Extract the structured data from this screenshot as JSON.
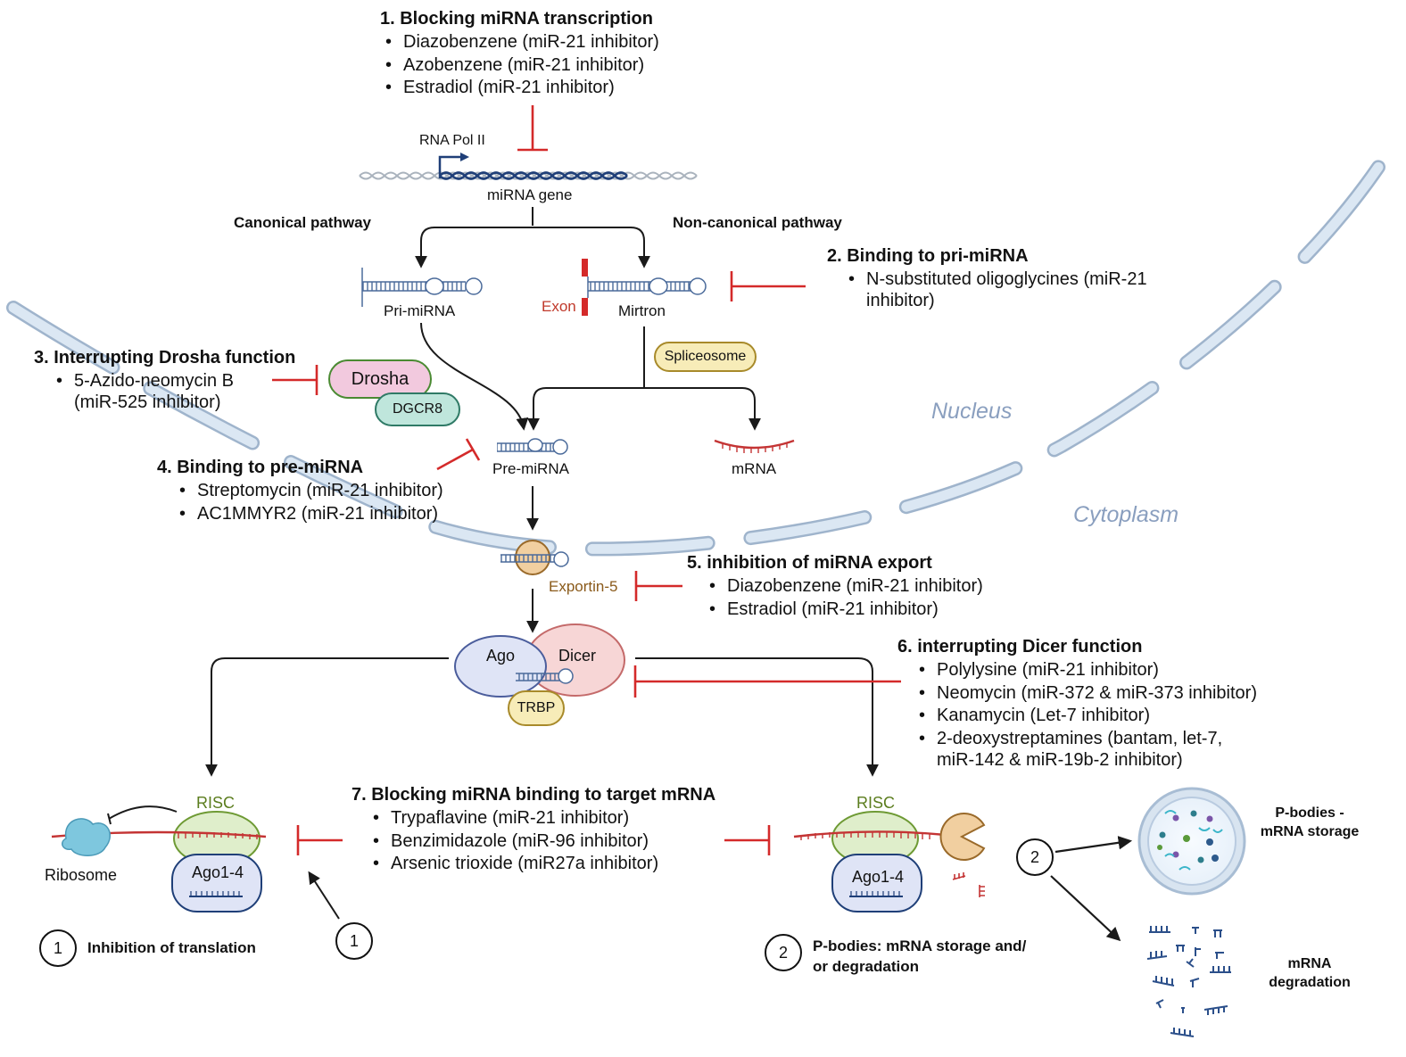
{
  "gene": {
    "pol_label": "RNA Pol II",
    "gene_label": "miRNA gene"
  },
  "pathways": {
    "canonical": "Canonical pathway",
    "noncanonical": "Non-canonical pathway"
  },
  "intermediates": {
    "pri": "Pri-miRNA",
    "mirtron": "Mirtron",
    "exon": "Exon",
    "spliceosome": "Spliceosome",
    "pre": "Pre-miRNA",
    "mrna": "mRNA",
    "exportin": "Exportin-5"
  },
  "proteins": {
    "drosha": "Drosha",
    "dgcr8": "DGCR8",
    "ago": "Ago",
    "dicer": "Dicer",
    "trbp": "TRBP",
    "risc_left": "RISC",
    "risc_right": "RISC",
    "ago14_left": "Ago1-4",
    "ago14_right": "Ago1-4",
    "ribosome": "Ribosome"
  },
  "regions": {
    "nucleus": "Nucleus",
    "cytoplasm": "Cytoplasm"
  },
  "strategies": {
    "s1": {
      "title": "1.  Blocking miRNA transcription",
      "items": [
        "Diazobenzene (miR-21 inhibitor)",
        "Azobenzene (miR-21 inhibitor)",
        "Estradiol (miR-21 inhibitor)"
      ]
    },
    "s2": {
      "title": "2. Binding  to pri-miRNA",
      "items": [
        "N-substituted oligoglycines (miR-21",
        "inhibitor)"
      ]
    },
    "s3": {
      "title": "3. Interrupting Drosha function",
      "items": [
        "5-Azido-neomycin B",
        "(miR-525 inhibitor)"
      ]
    },
    "s4": {
      "title": "4. Binding  to pre-miRNA",
      "items": [
        "Streptomycin (miR-21 inhibitor)",
        "AC1MMYR2 (miR-21 inhibitor)"
      ]
    },
    "s5": {
      "title": "5. inhibition of miRNA export",
      "items": [
        "Diazobenzene (miR-21 inhibitor)",
        "Estradiol (miR-21 inhibitor)"
      ]
    },
    "s6": {
      "title": "6. interrupting Dicer function",
      "items": [
        "Polylysine (miR-21 inhibitor)",
        "Neomycin  (miR-372 & miR-373 inhibitor)",
        "Kanamycin (Let-7 inhibitor)",
        "2-deoxystreptamines (bantam, let-7,",
        "miR-142 & miR-19b-2 inhibitor)"
      ]
    },
    "s7": {
      "title": "7. Blocking miRNA binding to target mRNA",
      "items": [
        "Trypaflavine (miR-21 inhibitor)",
        "Benzimidazole (miR-96 inhibitor)",
        "Arsenic trioxide (miR27a inhibitor)"
      ]
    }
  },
  "outcomes": {
    "n1": "1",
    "n1b": "1",
    "n2": "2",
    "n2b": "2",
    "translation": "Inhibition of translation",
    "pbodies_line1": "P-bodies: mRNA storage and/",
    "pbodies_line2": "or degradation",
    "storage_line1": "P-bodies -",
    "storage_line2": "mRNA storage",
    "degr_line1": "mRNA",
    "degr_line2": "degradation"
  },
  "colors": {
    "inhibit": "#d42a2a",
    "arrow": "#1a1a1a",
    "membrane": "#dbe7f3",
    "membrane_edge": "#9fb4cc",
    "drosha": "#f2c9de",
    "dgcr8": "#bfe6dc",
    "ago": "#dfe4f6",
    "dicer": "#f7d6d6",
    "trbp": "#f7ecb8",
    "risc": "#dfeecb",
    "exportin": "#f1cfa0",
    "ribosome": "#7ec7de"
  }
}
